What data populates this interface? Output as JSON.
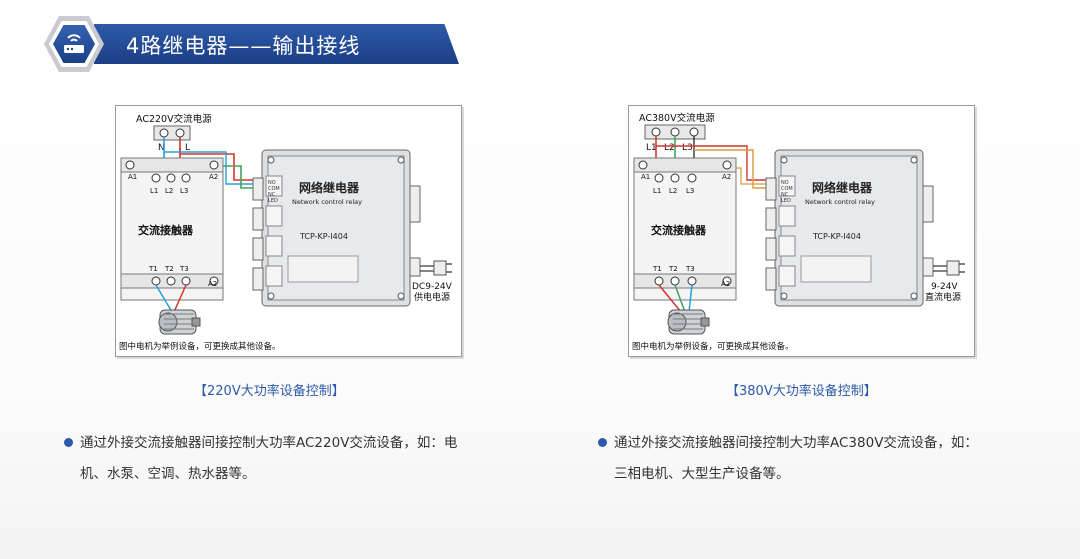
{
  "header": {
    "title": "4路继电器——输出接线",
    "icon": "router-icon",
    "colors": {
      "banner": "#1c3f86",
      "accent": "#2d5aa8"
    }
  },
  "left_panel": {
    "power_label": "AC220V交流电源",
    "phase_labels": [
      "N",
      "L"
    ],
    "contactor_label": "交流接触器",
    "a1": "A1",
    "a2": "A2",
    "l_terms": [
      "L1",
      "L2",
      "L3"
    ],
    "t_terms": [
      "T1",
      "T2",
      "T3"
    ],
    "device_cn": "网络继电器",
    "device_en": "Network control relay",
    "model": "TCP-KP-I404",
    "dc_label_1": "DC9-24V",
    "dc_label_2": "供电电源",
    "note": "图中电机为举例设备，可更换成其他设备。",
    "caption": "【220V大功率设备控制】"
  },
  "right_panel": {
    "power_label": "AC380V交流电源",
    "phase_labels": [
      "L1",
      "L2",
      "L3"
    ],
    "contactor_label": "交流接触器",
    "a1": "A1",
    "a2": "A2",
    "l_terms": [
      "L1",
      "L2",
      "L3"
    ],
    "t_terms": [
      "T1",
      "T2",
      "T3"
    ],
    "device_cn": "网络继电器",
    "device_en": "Network control relay",
    "model": "TCP-KP-I404",
    "dc_label_1": "9-24V",
    "dc_label_2": "直流电源",
    "note": "图中电机为举例设备，可更换成其他设备。",
    "caption": "【380V大功率设备控制】"
  },
  "bullets": {
    "left_line1": "通过外接交流接触器间接控制大功率AC220V交流设备，如：电",
    "left_line2": "机、水泵、空调、热水器等。",
    "right_line1": "通过外接交流接触器间接控制大功率AC380V交流设备，如：",
    "right_line2": "三相电机、大型生产设备等。"
  },
  "relay_port_labels": [
    "NO",
    "COM",
    "NC",
    "LED"
  ]
}
